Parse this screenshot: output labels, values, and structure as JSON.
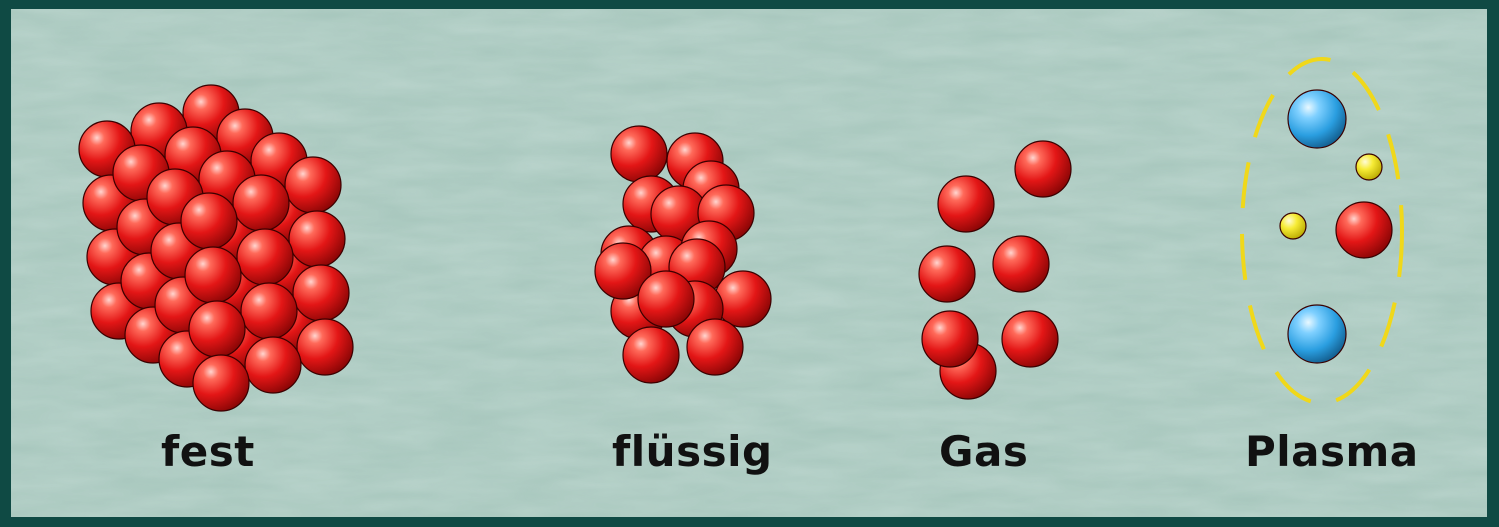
{
  "labels": {
    "fest": "fest",
    "fluessig": "flüssig",
    "gas": "Gas",
    "plasma": "Plasma"
  },
  "colors": {
    "frame": "#0f4a44",
    "background": "#a8c8be",
    "atom": "#e01818",
    "ion": "#2a9ee0",
    "electron": "#f2e21c",
    "plasma_boundary": "#f0d81a"
  },
  "particles": {
    "fest": "red atom lattice (3D block)",
    "fluessig": "red atoms, loosely packed",
    "gas": "red atoms, spread apart",
    "plasma": "blue ions, yellow electrons, red atom inside dashed yellow ellipse"
  }
}
